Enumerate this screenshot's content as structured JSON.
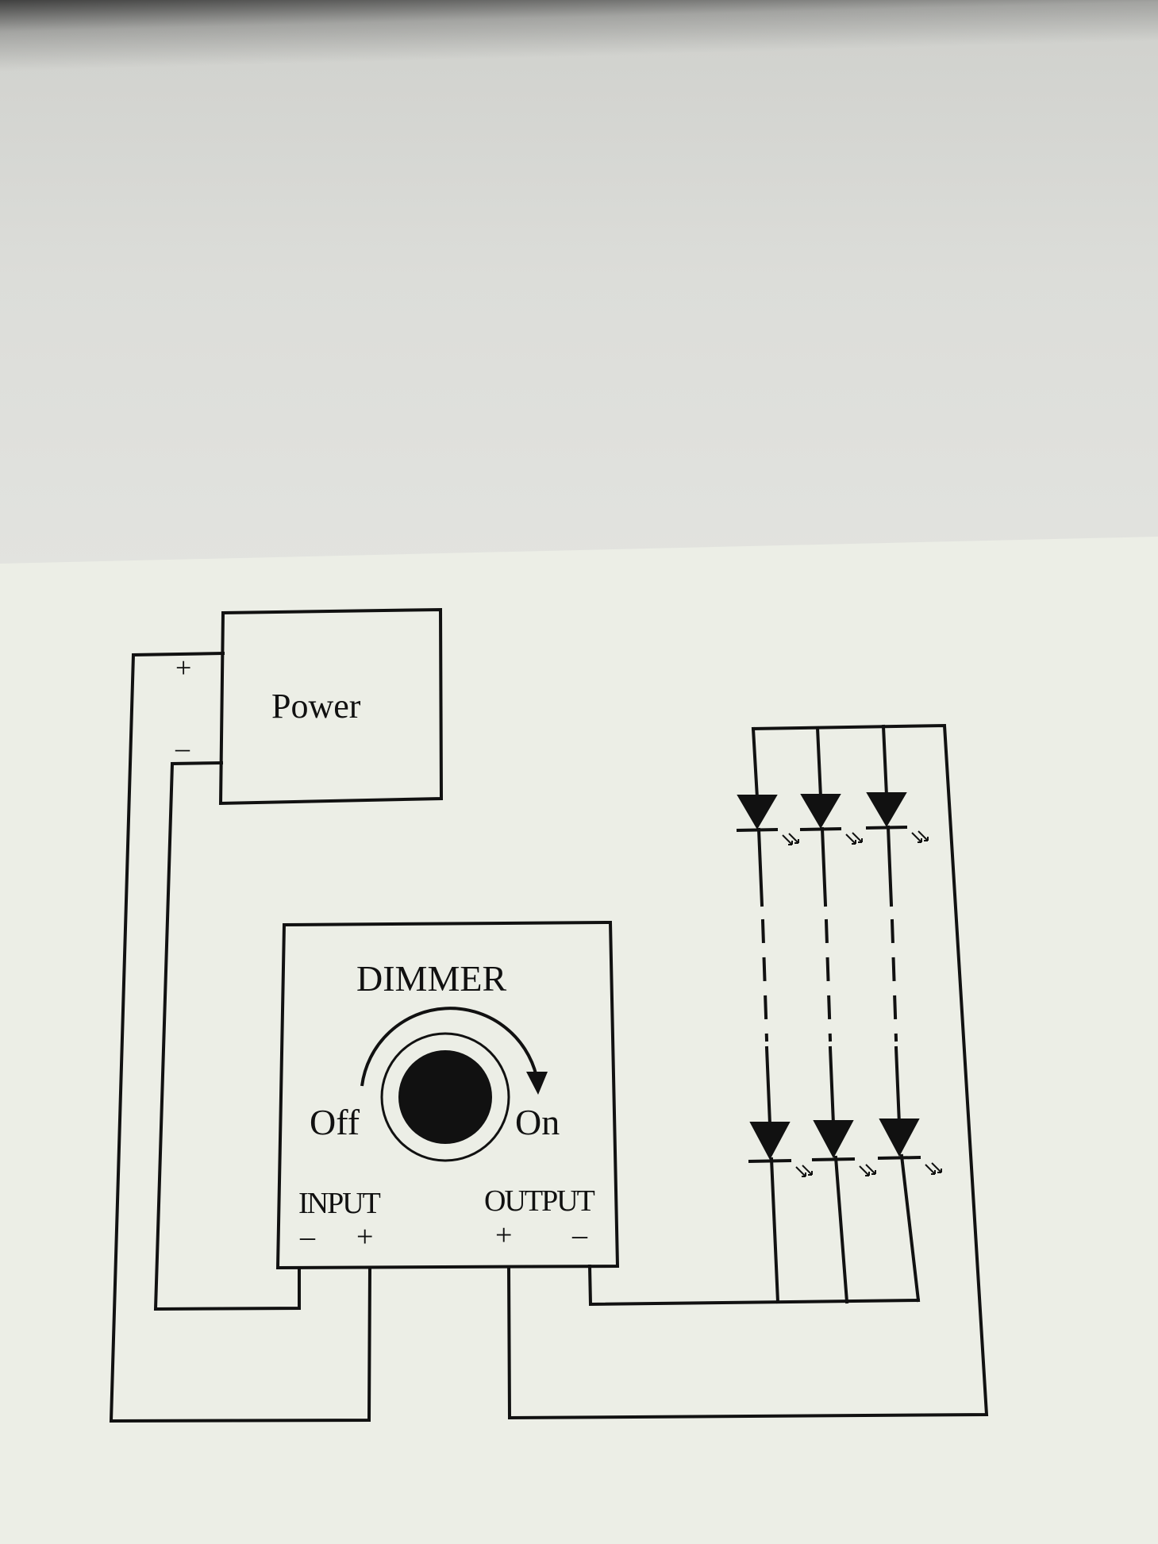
{
  "power_box": {
    "label": "Power",
    "plus": "+",
    "minus": "–"
  },
  "dimmer": {
    "title": "DIMMER",
    "off": "Off",
    "on": "On",
    "input_label": "INPUT",
    "input_minus": "–",
    "input_plus": "+",
    "output_label": "OUTPUT",
    "output_plus": "+",
    "output_minus": "–"
  },
  "led_array": {
    "columns": 3,
    "led_rows": 2,
    "icon": "led-diode-icon"
  },
  "colors": {
    "ink": "#111111",
    "paper": "#eceee6"
  }
}
